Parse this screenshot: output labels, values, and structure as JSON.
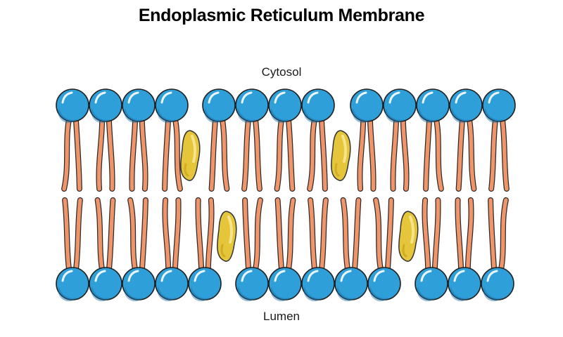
{
  "title": "Endoplasmic Reticulum Membrane",
  "labels": {
    "top": "Cytosol",
    "bottom": "Lumen"
  },
  "colors": {
    "head": "#2f9fd9",
    "head_dark": "#1b6fa8",
    "tail": "#f0956a",
    "tail_outline": "#2b2b2b",
    "protein": "#e5c53a",
    "protein_highlight": "#f7e48a"
  },
  "membrane": {
    "upper_leaflet_phospholipids": 13,
    "lower_leaflet_phospholipids": 13,
    "upper_leaflet_proteins": 2,
    "lower_leaflet_proteins": 2
  }
}
